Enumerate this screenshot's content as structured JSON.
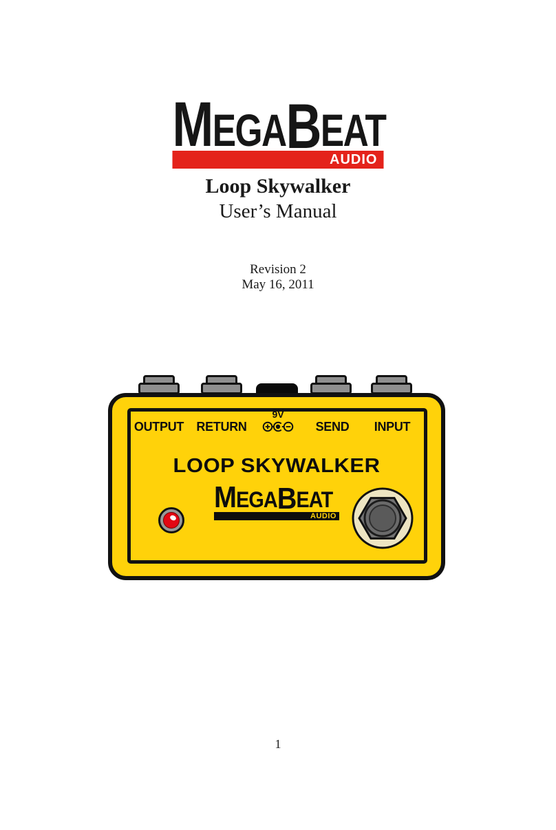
{
  "colors": {
    "pedal_yellow": "#FFD20A",
    "banner_red": "#E4231B",
    "led_red": "#E30613"
  },
  "brand_logo": {
    "m": "M",
    "ega": "EGA",
    "b": "B",
    "eat": "EAT",
    "audio_label": "AUDIO"
  },
  "cover": {
    "product_title": "Loop Skywalker",
    "subtitle": "User’s Manual",
    "revision_line": "Revision 2",
    "date_line": "May 16, 2011",
    "page_number": "1"
  },
  "pedal": {
    "device_name": "LOOP SKYWALKER",
    "jack_labels": {
      "output": "OUTPUT",
      "return": "RETURN",
      "send": "SEND",
      "input": "INPUT"
    },
    "power_label": "9V",
    "logo": {
      "m": "M",
      "ega": "EGA",
      "b": "B",
      "eat": "EAT",
      "audio_label": "AUDIO"
    },
    "icons": {
      "jacks": "quarter-inch-jack",
      "power": "dc-power-polarity",
      "led": "led-indicator",
      "footswitch": "footswitch"
    }
  }
}
